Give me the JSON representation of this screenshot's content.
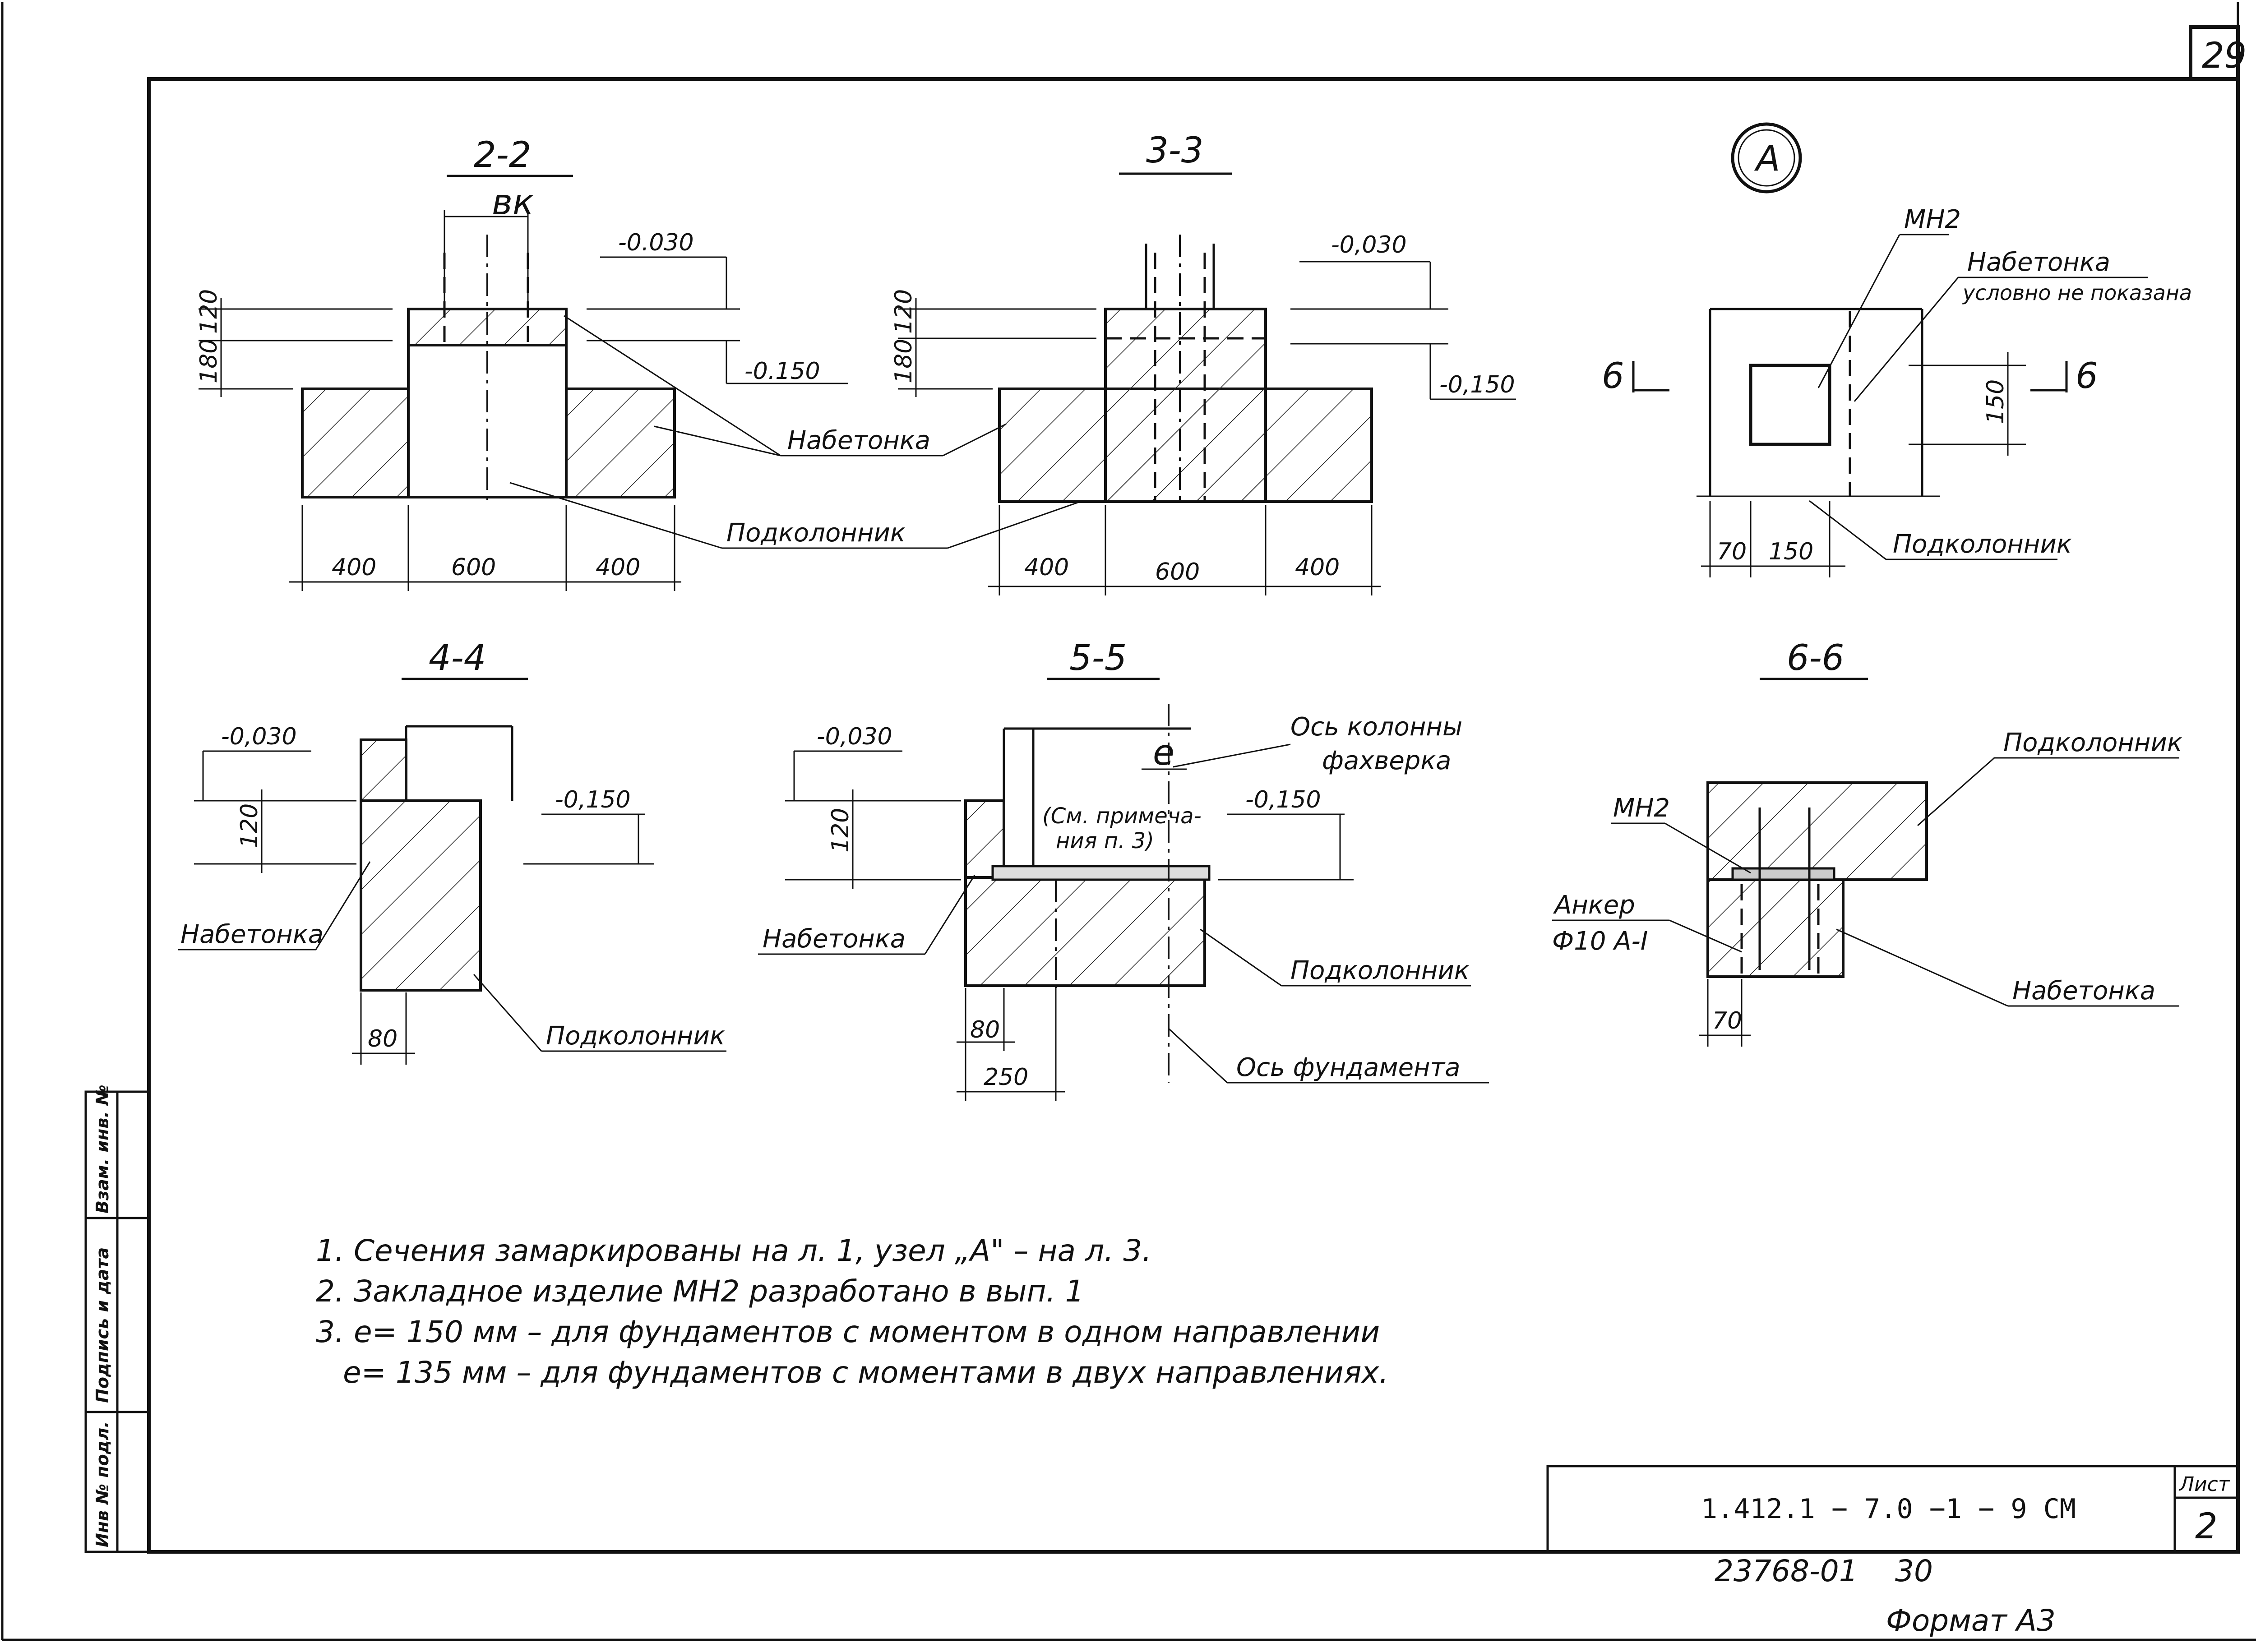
{
  "page_number": "29",
  "sheet": {
    "label": "Лист",
    "number": "2",
    "code": "1.412.1 − 7.0 −1 − 9 СМ",
    "inventory": "23768-01",
    "inventory_page": "30",
    "format": "Формат А3"
  },
  "side_stamp": [
    "Инв № подл.",
    "Подпись и дата",
    "Взам. инв. №"
  ],
  "node_marker": "А",
  "sections": {
    "s22": {
      "title": "2-2",
      "bk": "вк",
      "level_top": "-0.030",
      "level_low": "-0.150",
      "dim_120": "120",
      "dim_180": "180",
      "dims_bottom": [
        "400",
        "600",
        "400"
      ],
      "label_nabetonka": "Набетонка",
      "label_podkolonnik": "Подколонник"
    },
    "s33": {
      "title": "3-3",
      "level_top": "-0,030",
      "level_low": "-0,150",
      "dim_120": "120",
      "dim_180": "180",
      "dims_bottom": [
        "400",
        "600",
        "400"
      ]
    },
    "nodeA": {
      "mn2": "МН2",
      "nabetonka": "Набетонка",
      "not_shown": "условно не показана",
      "cut_mark": "6",
      "dim_150_v": "150",
      "dims_bottom": [
        "70",
        "150"
      ],
      "podkolonnik": "Подколонник"
    },
    "s44": {
      "title": "4-4",
      "level_top": "-0,030",
      "level_low": "-0,150",
      "dim_120": "120",
      "dim_80": "80",
      "nabetonka": "Набетонка",
      "podkolonnik": "Подколонник"
    },
    "s55": {
      "title": "5-5",
      "level_top": "-0,030",
      "level_low": "-0,150",
      "dim_120": "120",
      "e": "е",
      "see_note": "(См. примеча-",
      "see_note2": "ния п. 3)",
      "axis_column": "Ось колонны",
      "axis_column2": "фахверка",
      "nabetonka": "Набетонка",
      "podkolonnik": "Подколонник",
      "axis_foundation": "Ось фундамента",
      "dim_80": "80",
      "dim_250": "250"
    },
    "s66": {
      "title": "6-6",
      "podkolonnik": "Подколонник",
      "mn2": "МН2",
      "anchor": "Анкер",
      "anchor2": "Ф10 А-I",
      "nabetonka": "Набетонка",
      "dim_70": "70"
    }
  },
  "notes": [
    "1. Сечения замаркированы на л. 1, узел „А\" – на л. 3.",
    "2. Закладное изделие МН2 разработано в вып. 1",
    "3. е= 150 мм – для фундаментов с моментом в одном направлении",
    "е= 135 мм – для фундаментов с моментами в двух направлениях."
  ]
}
